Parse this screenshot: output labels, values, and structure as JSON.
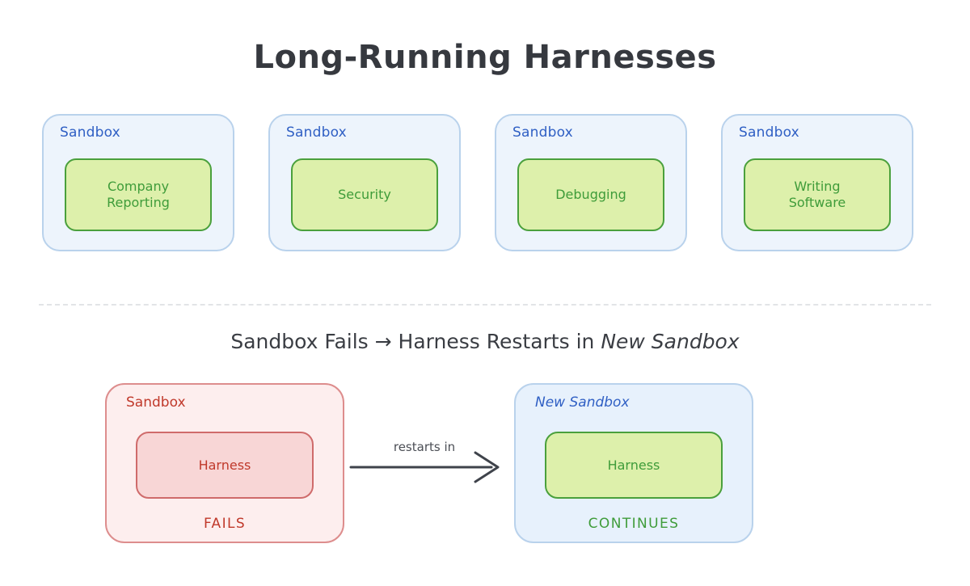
{
  "title": "Long-Running Harnesses",
  "colors": {
    "sandbox_border": "#b9d2ec",
    "sandbox_fill": "#edf4fc",
    "sandbox_label": "#2f5fc4",
    "harness_border": "#4aa03c",
    "harness_fill": "#ddf0ab",
    "harness_label": "#3f9c3a",
    "fail_border": "#dd8d8d",
    "fail_fill": "#fdeeee",
    "fail_inner_border": "#cf6b6b",
    "fail_inner_fill": "#f8d6d6",
    "fail_label": "#c0392b",
    "divider": "#e2e4e7",
    "arrow": "#3f434b",
    "title_color": "#36393f"
  },
  "top_row": {
    "cards": [
      {
        "sandbox_label": "Sandbox",
        "harness_label": "Company\nReporting"
      },
      {
        "sandbox_label": "Sandbox",
        "harness_label": "Security"
      },
      {
        "sandbox_label": "Sandbox",
        "harness_label": "Debugging"
      },
      {
        "sandbox_label": "Sandbox",
        "harness_label": "Writing\nSoftware"
      }
    ]
  },
  "caption": {
    "part1": "Sandbox Fails ",
    "arrow_glyph": "→",
    "part2": " Harness Restarts in ",
    "emphasis": "New Sandbox"
  },
  "scenario": {
    "failing": {
      "sandbox_label": "Sandbox",
      "harness_label": "Harness",
      "status": "FAILS"
    },
    "transition": {
      "arrow_label": "restarts in",
      "arrow_icon": "right-arrow-icon"
    },
    "new": {
      "sandbox_label": "New Sandbox",
      "harness_label": "Harness",
      "status": "CONTINUES"
    }
  }
}
